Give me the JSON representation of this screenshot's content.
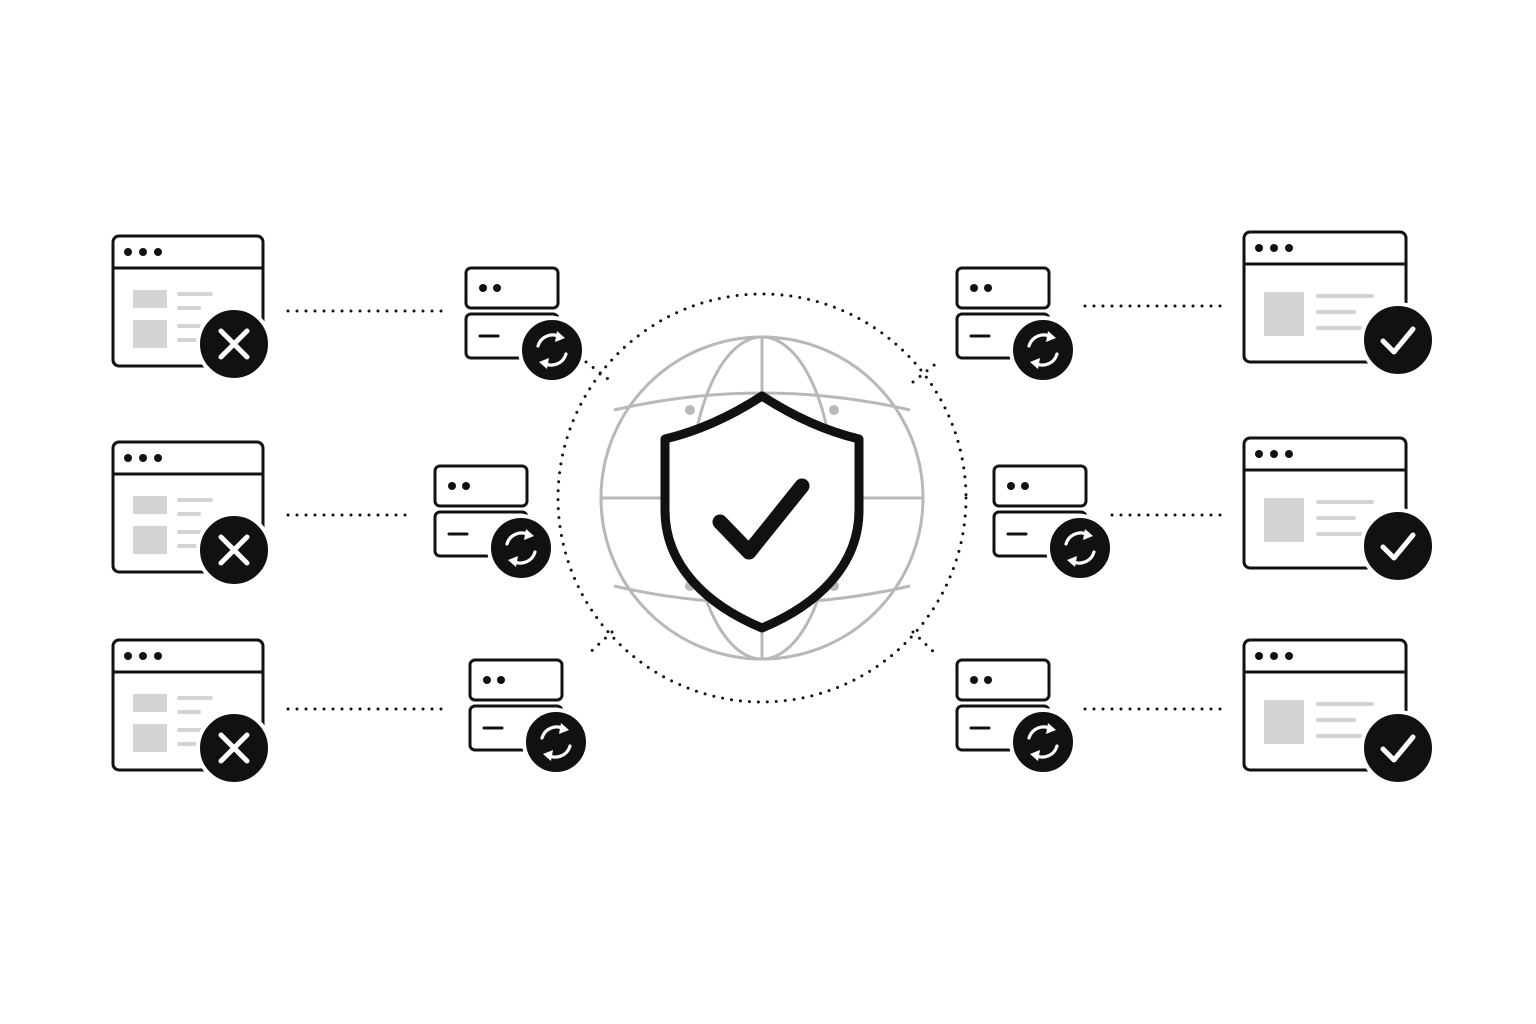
{
  "colors": {
    "ink": "#111111",
    "background": "#ffffff",
    "placeholder": "#d4d4d4",
    "globe": "#b8b8b8"
  },
  "center": {
    "icon": "shield-check-icon",
    "background_icon": "globe-icon"
  },
  "left_column": {
    "windows": [
      {
        "status": "blocked",
        "badge_icon": "x-icon"
      },
      {
        "status": "blocked",
        "badge_icon": "x-icon"
      },
      {
        "status": "blocked",
        "badge_icon": "x-icon"
      }
    ],
    "servers": [
      {
        "badge_icon": "sync-icon"
      },
      {
        "badge_icon": "sync-icon"
      },
      {
        "badge_icon": "sync-icon"
      }
    ]
  },
  "right_column": {
    "windows": [
      {
        "status": "verified",
        "badge_icon": "check-icon"
      },
      {
        "status": "verified",
        "badge_icon": "check-icon"
      },
      {
        "status": "verified",
        "badge_icon": "check-icon"
      }
    ],
    "servers": [
      {
        "badge_icon": "sync-icon"
      },
      {
        "badge_icon": "sync-icon"
      },
      {
        "badge_icon": "sync-icon"
      }
    ]
  }
}
